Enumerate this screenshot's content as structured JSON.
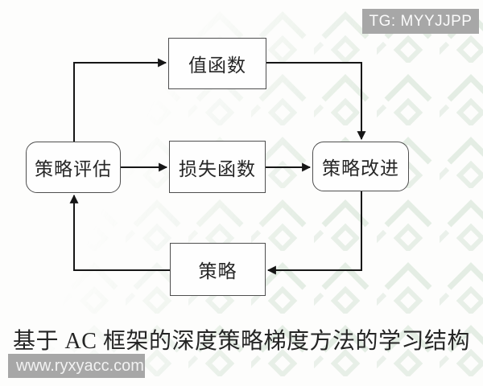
{
  "badges": {
    "tg": "TG: MYYJJPP",
    "site_watermark": "www.ryxyacc.com"
  },
  "diagram": {
    "nodes": [
      {
        "id": "value-function",
        "label": "值函数",
        "shape": "rect"
      },
      {
        "id": "policy-evaluation",
        "label": "策略评估",
        "shape": "rounded"
      },
      {
        "id": "loss-function",
        "label": "损失函数",
        "shape": "rect"
      },
      {
        "id": "policy-improvement",
        "label": "策略改进",
        "shape": "rounded"
      },
      {
        "id": "policy",
        "label": "策略",
        "shape": "rect"
      }
    ],
    "edges": [
      {
        "from": "policy-evaluation",
        "to": "value-function"
      },
      {
        "from": "value-function",
        "to": "policy-improvement"
      },
      {
        "from": "policy-evaluation",
        "to": "loss-function"
      },
      {
        "from": "loss-function",
        "to": "policy-improvement"
      },
      {
        "from": "policy-improvement",
        "to": "policy"
      },
      {
        "from": "policy",
        "to": "policy-evaluation"
      }
    ]
  },
  "caption": "基于 AC 框架的深度策略梯度方法的学习结构",
  "colors": {
    "line": "#161616",
    "box_border": "#4f4f4f",
    "badge_bg": "#a7a7a7",
    "badge_text": "#fbfbfb",
    "caption_text": "#242424",
    "watermark_pattern": "#e0eae0"
  }
}
